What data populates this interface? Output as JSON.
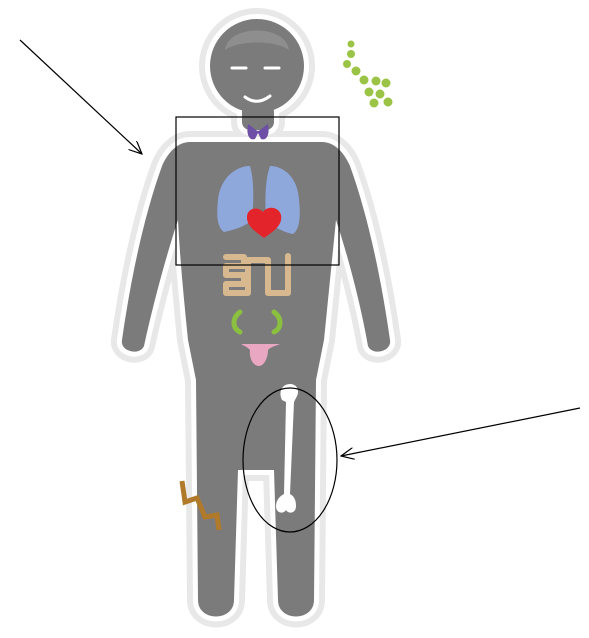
{
  "figure": {
    "subject": "human-body-organ-diagram",
    "colors": {
      "background": "#ffffff",
      "body_fill": "#7b7b7b",
      "body_halo": "#e8e8e8",
      "face_lines": "#ffffff",
      "thyroid": "#6e4fa6",
      "lungs": "#8fa8dc",
      "heart": "#e3242b",
      "intestine": "#d8b98f",
      "kidneys": "#8bbf3f",
      "uterus": "#e9a7c2",
      "bone": "#ffffff",
      "bacteria": "#9bc446",
      "lightning": "#b07a2a",
      "annotation": "#000000"
    },
    "annotations": {
      "arrow_top_left_target": "body-outline",
      "box_target": "chest-region",
      "ellipse_target": "femur",
      "arrow_right_target": "femur"
    },
    "icons": [
      "bacteria-icon",
      "lightning-icon",
      "bone-icon",
      "heart-icon",
      "lungs-icon",
      "thyroid-icon",
      "intestine-icon",
      "kidney-icon",
      "uterus-icon"
    ]
  }
}
